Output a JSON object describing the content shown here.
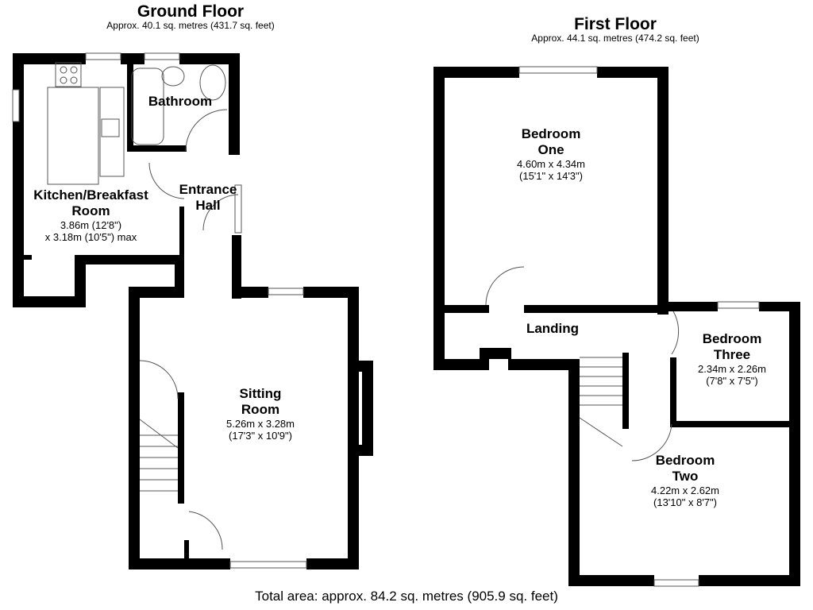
{
  "ground_floor": {
    "title": "Ground Floor",
    "area": "Approx. 40.1 sq. metres (431.7 sq. feet)",
    "rooms": [
      {
        "name_line1": "Kitchen/Breakfast",
        "name_line2": "Room",
        "dim_line1": "3.86m (12'8\")",
        "dim_line2": "x 3.18m (10'5\") max"
      },
      {
        "name_line1": "Bathroom"
      },
      {
        "name_line1": "Entrance",
        "name_line2": "Hall"
      },
      {
        "name_line1": "Sitting",
        "name_line2": "Room",
        "dim_line1": "5.26m x 3.28m",
        "dim_line2": "(17'3\" x 10'9\")"
      }
    ]
  },
  "first_floor": {
    "title": "First Floor",
    "area": "Approx. 44.1 sq. metres (474.2 sq. feet)",
    "rooms": [
      {
        "name_line1": "Bedroom",
        "name_line2": "One",
        "dim_line1": "4.60m x 4.34m",
        "dim_line2": "(15'1\" x 14'3\")"
      },
      {
        "name_line1": "Landing"
      },
      {
        "name_line1": "Bedroom",
        "name_line2": "Three",
        "dim_line1": "2.34m x 2.26m",
        "dim_line2": "(7'8\" x 7'5\")"
      },
      {
        "name_line1": "Bedroom",
        "name_line2": "Two",
        "dim_line1": "4.22m x 2.62m",
        "dim_line2": "(13'10\" x 8'7\")"
      }
    ]
  },
  "total_area": "Total area: approx. 84.2 sq. metres (905.9 sq. feet)",
  "colors": {
    "wall": "#000000",
    "background": "#ffffff",
    "fixture": "#555555"
  }
}
